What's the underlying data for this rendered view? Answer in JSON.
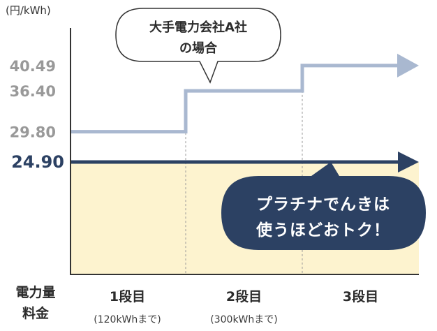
{
  "chart_data": {
    "type": "line",
    "ylabel": "(円/kWh)",
    "xlabel": [
      "電力量",
      "料金"
    ],
    "categories": [
      {
        "label": "1段目",
        "sublabel": "(120kWhまで)"
      },
      {
        "label": "2段目",
        "sublabel": "(300kWhまで)"
      },
      {
        "label": "3段目",
        "sublabel": ""
      }
    ],
    "series": [
      {
        "name": "大手電力会社A社の場合",
        "values": [
          29.8,
          36.4,
          40.49
        ],
        "color": "#a9b8d0",
        "style": "step"
      },
      {
        "name": "",
        "values": [
          24.9,
          24.9,
          24.9
        ],
        "color": "#2c4163",
        "style": "flat",
        "fill": "#fdf3cf"
      }
    ],
    "y_ticks": [
      {
        "value": 40.49,
        "label": "40.49",
        "color": "#999999"
      },
      {
        "value": 36.4,
        "label": "36.40",
        "color": "#999999"
      },
      {
        "value": 29.8,
        "label": "29.80",
        "color": "#999999"
      },
      {
        "value": 24.9,
        "label": "24.90",
        "color": "#2c4163",
        "emphasis": true
      }
    ],
    "annotations": [
      {
        "type": "speech-bubble",
        "style": "outline",
        "lines": [
          "大手電力会社A社",
          "の場合"
        ]
      },
      {
        "type": "speech-bubble",
        "style": "filled",
        "color": "#2c4163",
        "lines": [
          "プラチナでんきは",
          "使うほどおトク！"
        ]
      }
    ],
    "grid": false,
    "legend": "none"
  }
}
